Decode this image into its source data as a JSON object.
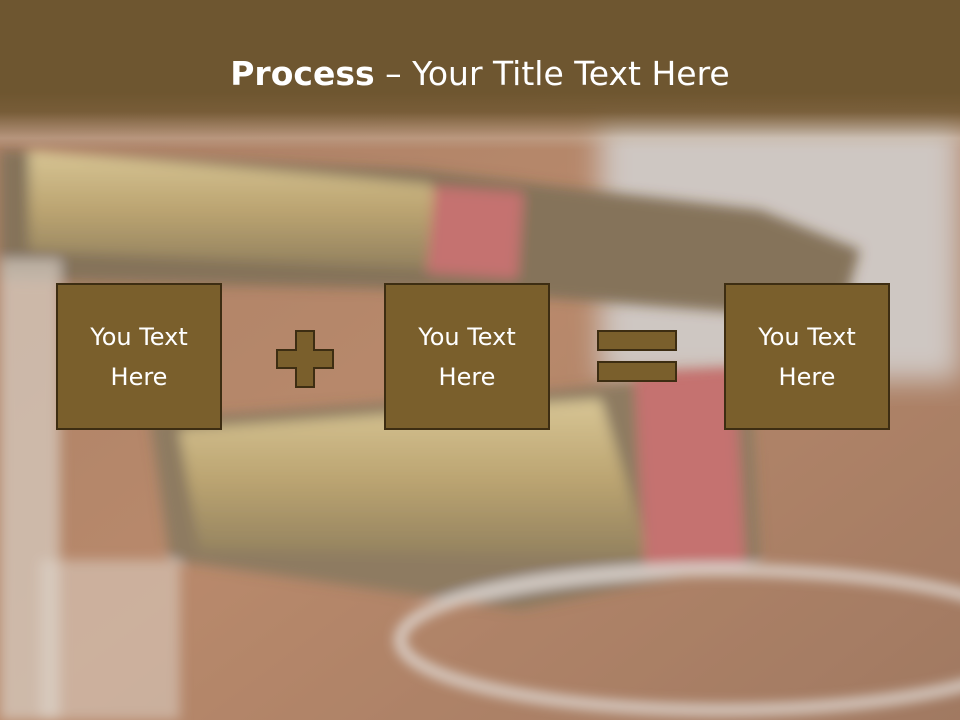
{
  "slide": {
    "title_bold": "Process",
    "title_rest": " – Your Title Text Here"
  },
  "process": {
    "box1_text": "You Text Here",
    "box2_text": "You Text Here",
    "box3_text": "You Text Here",
    "operator1_icon": "plus-icon",
    "operator2_icon": "equals-icon"
  },
  "colors": {
    "title_band": "#6e5630",
    "box_fill": "#7a5f2c",
    "box_border": "#3d2d12",
    "text": "#ffffff"
  }
}
